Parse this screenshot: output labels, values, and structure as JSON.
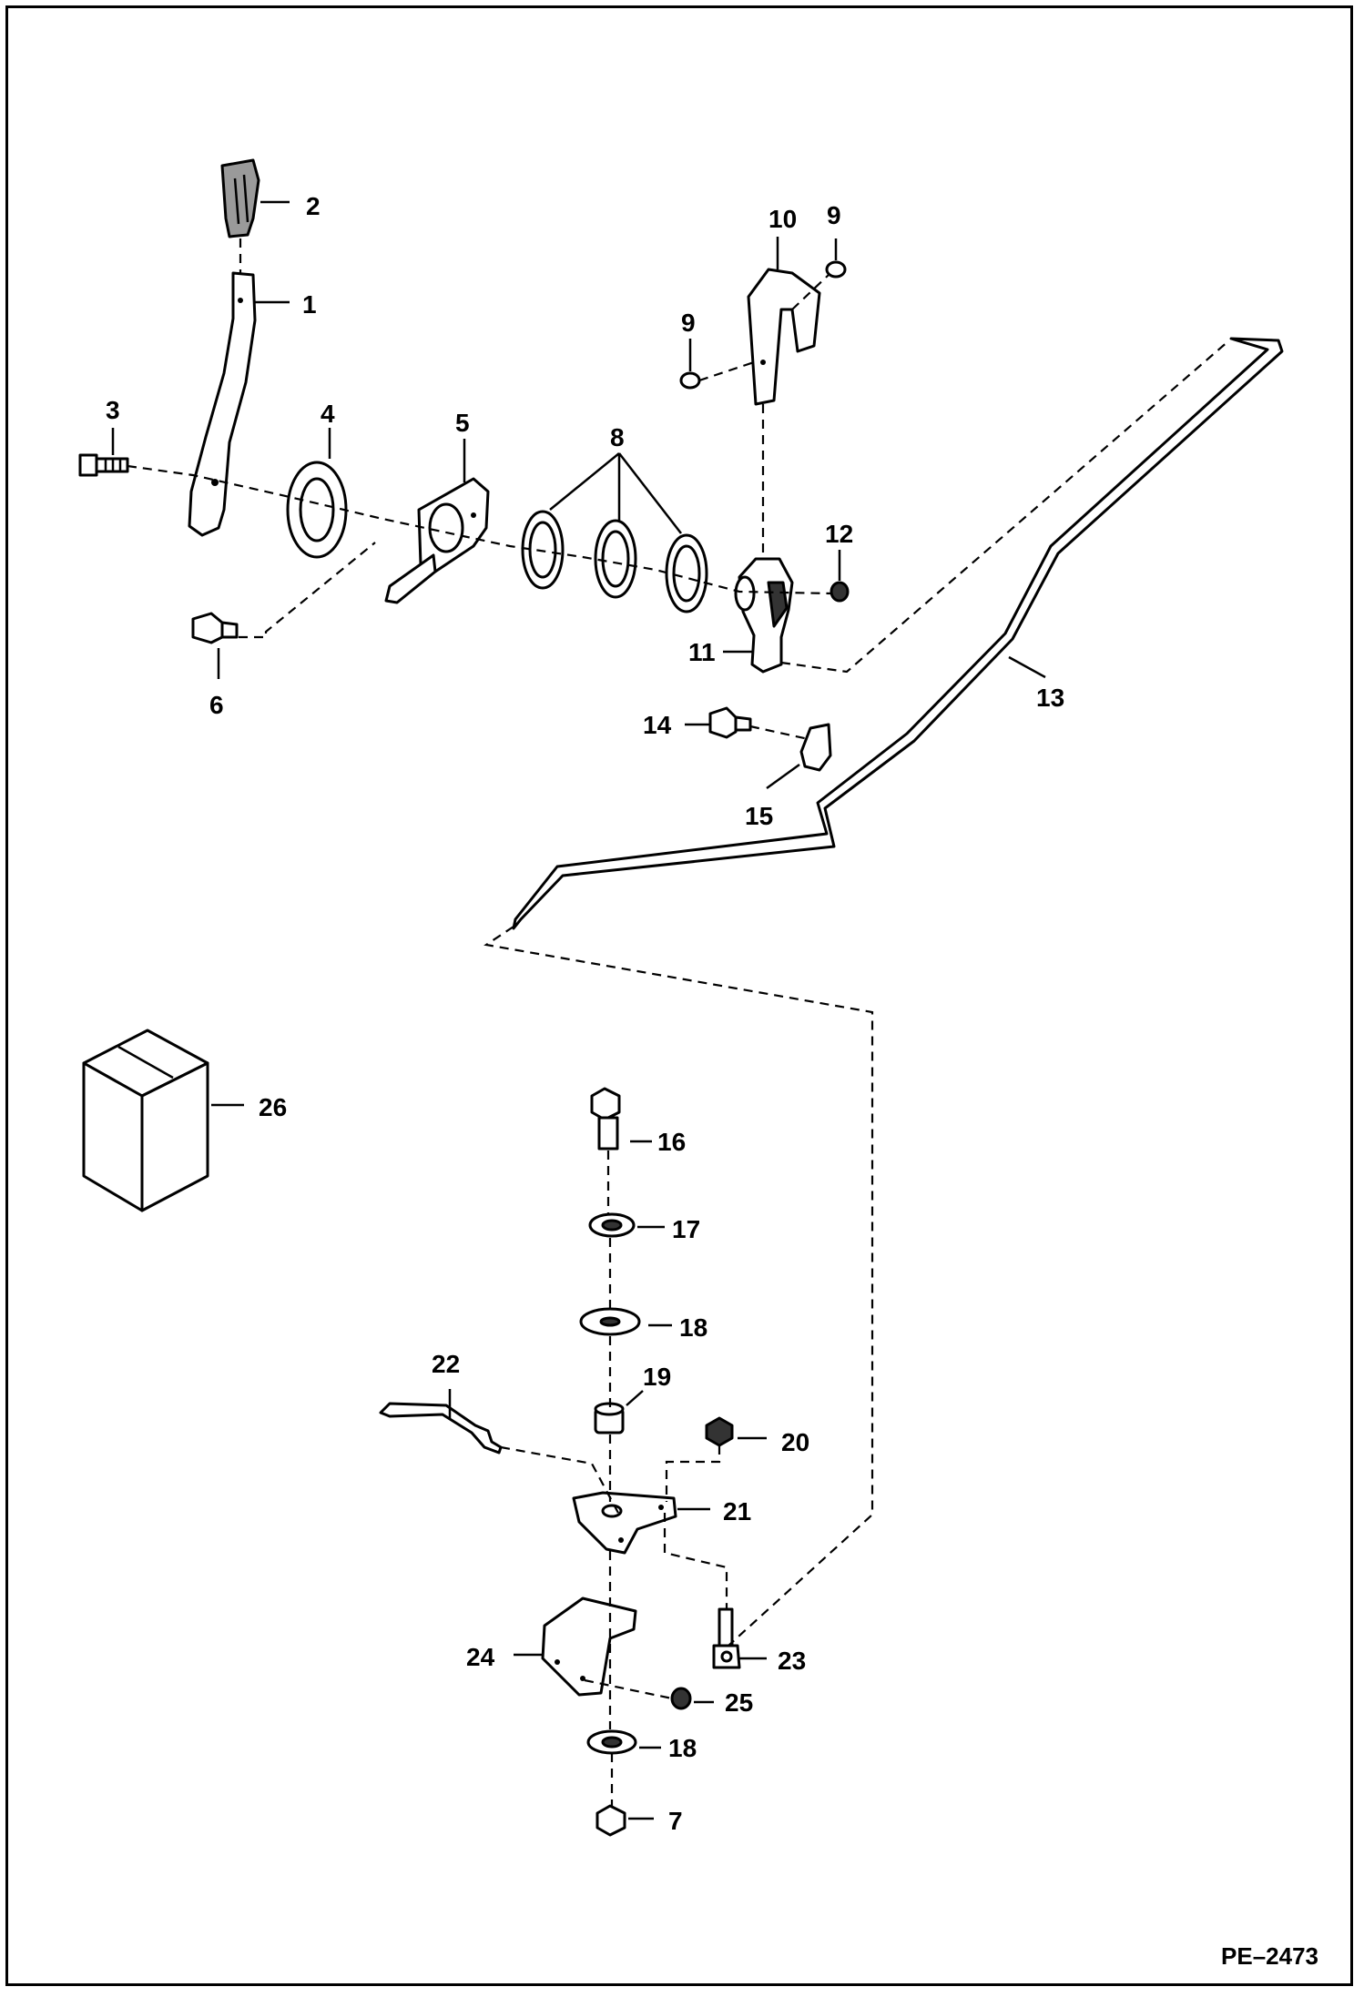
{
  "callouts": [
    {
      "id": "2",
      "label": "2"
    },
    {
      "id": "1",
      "label": "1"
    },
    {
      "id": "3",
      "label": "3"
    },
    {
      "id": "4",
      "label": "4"
    },
    {
      "id": "5",
      "label": "5"
    },
    {
      "id": "6",
      "label": "6"
    },
    {
      "id": "8",
      "label": "8"
    },
    {
      "id": "9a",
      "label": "9"
    },
    {
      "id": "9b",
      "label": "9"
    },
    {
      "id": "10",
      "label": "10"
    },
    {
      "id": "11",
      "label": "11"
    },
    {
      "id": "12",
      "label": "12"
    },
    {
      "id": "13",
      "label": "13"
    },
    {
      "id": "14",
      "label": "14"
    },
    {
      "id": "15",
      "label": "15"
    },
    {
      "id": "16",
      "label": "16"
    },
    {
      "id": "17",
      "label": "17"
    },
    {
      "id": "18a",
      "label": "18"
    },
    {
      "id": "18b",
      "label": "18"
    },
    {
      "id": "19",
      "label": "19"
    },
    {
      "id": "20",
      "label": "20"
    },
    {
      "id": "21",
      "label": "21"
    },
    {
      "id": "22",
      "label": "22"
    },
    {
      "id": "23",
      "label": "23"
    },
    {
      "id": "24",
      "label": "24"
    },
    {
      "id": "25",
      "label": "25"
    },
    {
      "id": "7",
      "label": "7"
    },
    {
      "id": "26",
      "label": "26"
    }
  ],
  "figure_code": "PE–2473"
}
